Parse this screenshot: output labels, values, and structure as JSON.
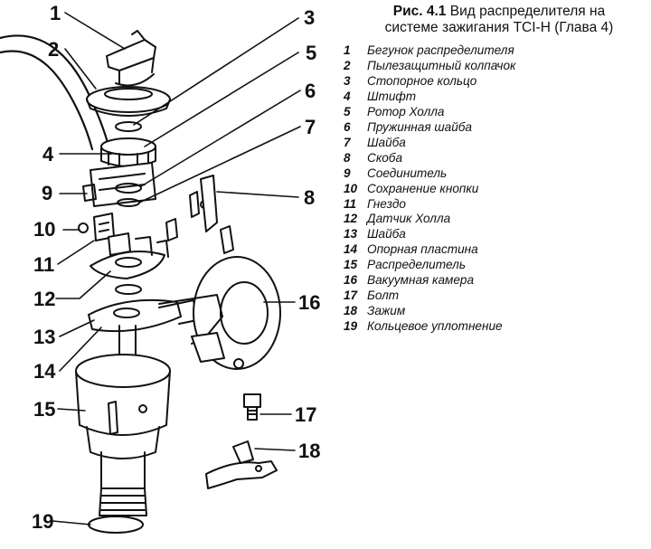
{
  "caption": {
    "fig_no": "Рис. 4.1",
    "title_line1": "Вид распределителя на",
    "title_line2": "системе зажигания TCI-H (Глава 4)"
  },
  "legend": [
    {
      "num": "1",
      "label": "Бегунок распределителя"
    },
    {
      "num": "2",
      "label": "Пылезащитный колпачок"
    },
    {
      "num": "3",
      "label": "Стопорное кольцо"
    },
    {
      "num": "4",
      "label": "Штифт"
    },
    {
      "num": "5",
      "label": "Ротор Холла"
    },
    {
      "num": "6",
      "label": "Пружинная шайба"
    },
    {
      "num": "7",
      "label": "Шайба"
    },
    {
      "num": "8",
      "label": "Скоба"
    },
    {
      "num": "9",
      "label": "Соединитель"
    },
    {
      "num": "10",
      "label": "Сохранение кнопки"
    },
    {
      "num": "11",
      "label": "Гнездо"
    },
    {
      "num": "12",
      "label": "Датчик Холла"
    },
    {
      "num": "13",
      "label": "Шайба"
    },
    {
      "num": "14",
      "label": "Опорная пластина"
    },
    {
      "num": "15",
      "label": "Распределитель"
    },
    {
      "num": "16",
      "label": "Вакуумная камера"
    },
    {
      "num": "17",
      "label": "Болт"
    },
    {
      "num": "18",
      "label": "Зажим"
    },
    {
      "num": "19",
      "label": "Кольцевое уплотнение"
    }
  ],
  "callouts": [
    "1",
    "2",
    "3",
    "4",
    "5",
    "6",
    "7",
    "8",
    "9",
    "10",
    "11",
    "12",
    "13",
    "14",
    "15",
    "16",
    "17",
    "18",
    "19"
  ]
}
